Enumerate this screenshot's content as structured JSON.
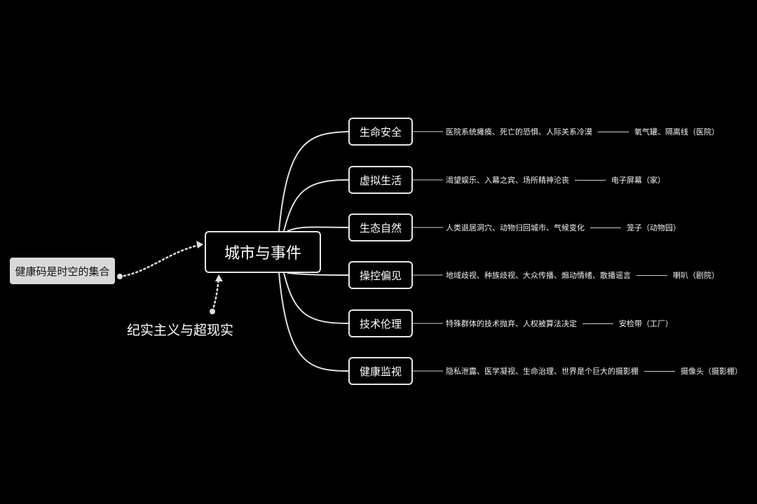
{
  "central": {
    "label": "城市与事件"
  },
  "note": {
    "label": "健康码是时空的集合"
  },
  "floating": {
    "label": "纪实主义与超现实"
  },
  "branches": [
    {
      "label": "生命安全",
      "detail": "医院系统瘫痪、死亡的恐惧、人际关系冷漠",
      "tag": "氧气罐、隔离线（医院）"
    },
    {
      "label": "虚拟生活",
      "detail": "渴望娱乐、入幕之宾、场所精神沦丧",
      "tag": "电子屏幕（家）"
    },
    {
      "label": "生态自然",
      "detail": "人类退居洞穴、动物归回城市、气候变化",
      "tag": "笼子（动物园）"
    },
    {
      "label": "操控偏见",
      "detail": "地域歧视、种族歧视、大众传播、煽动情绪、散播谣言",
      "tag": "喇叭（剧院）"
    },
    {
      "label": "技术伦理",
      "detail": "特殊群体的技术抛弃、人权被算法决定",
      "tag": "安检带（工厂）"
    },
    {
      "label": "健康监视",
      "detail": "隐私泄露、医学凝视、生命治理、世界是个巨大的摄影棚",
      "tag": "摄像头（摄影棚）"
    }
  ]
}
